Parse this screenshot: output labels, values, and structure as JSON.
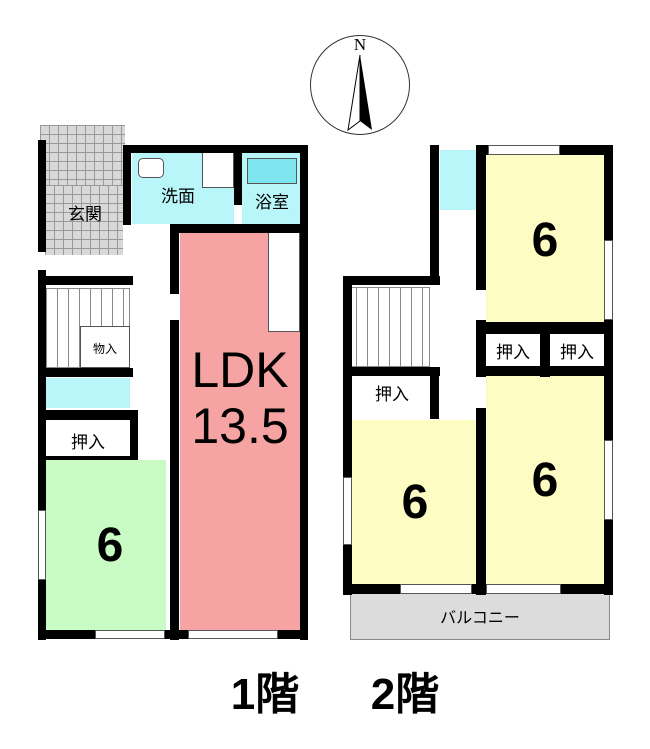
{
  "compass": {
    "north_label": "N"
  },
  "floor1": {
    "title": "1階",
    "rooms": {
      "entrance": "玄関",
      "washroom": "洗面",
      "bathroom": "浴室",
      "storage": "物入",
      "closet": "押入",
      "ldk_name": "LDK",
      "ldk_size": "13.5",
      "washitsu_size": "6"
    }
  },
  "floor2": {
    "title": "2階",
    "rooms": {
      "room_ne_size": "6",
      "closet_a": "押入",
      "closet_b": "押入",
      "closet_c": "押入",
      "room_sw_size": "6",
      "room_se_size": "6",
      "balcony": "バルコニー"
    }
  },
  "colors": {
    "ldk": "#f6a3a3",
    "bedroom": "#fdfcc3",
    "washitsu": "#c9fbc4",
    "water": "#b8f6fa",
    "entrance": "#dcdcdc"
  }
}
